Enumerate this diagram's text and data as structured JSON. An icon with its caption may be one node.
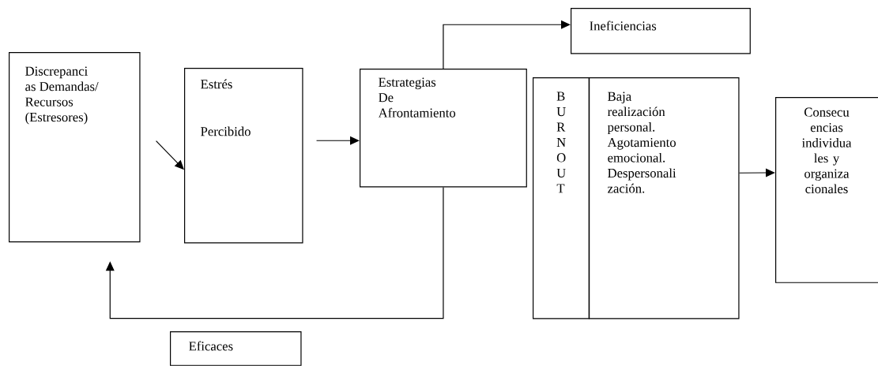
{
  "diagram": {
    "nodes": [
      {
        "text": [
          "Discrepanci as Demandas/ Recursos (Estresores)"
        ]
      },
      {
        "text": [
          "Estrés",
          "Percibido"
        ]
      },
      {
        "text": [
          "Estrategias De Afrontamiento"
        ]
      },
      {
        "text": [
          "Ineficiencias"
        ]
      },
      {
        "text": [
          "B U R N O U T"
        ]
      },
      {
        "text": [
          "Baja realización personal. Agotamiento emocional. Despersonali zación."
        ]
      },
      {
        "text": [
          "Consecu encias individua les y organiza cionales"
        ]
      },
      {
        "text": [
          "Eficaces"
        ]
      }
    ],
    "edges": [
      {
        "from": 0,
        "to": 1,
        "arrow": "to"
      },
      {
        "from": 1,
        "to": 2,
        "arrow": "to"
      },
      {
        "from": 2,
        "to": 0,
        "arrow": "to"
      },
      {
        "from": 2,
        "to": 3,
        "arrow": "to"
      },
      {
        "from": 5,
        "to": 6,
        "arrow": "to"
      }
    ]
  }
}
